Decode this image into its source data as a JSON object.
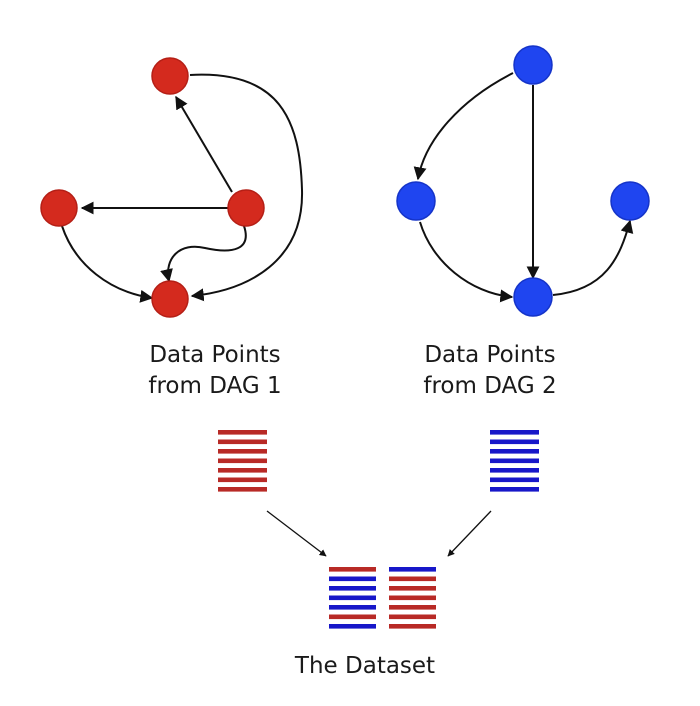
{
  "colors": {
    "dag1_node": "#d42a1e",
    "dag1_stroke": "#b51f16",
    "dag2_node": "#1f45f0",
    "dag2_stroke": "#1534c9",
    "red_bar": "#b82a26",
    "blue_bar": "#1717c9",
    "edge": "#111111"
  },
  "labels": {
    "dag1": [
      "Data Points",
      "from DAG 1"
    ],
    "dag2": [
      "Data Points",
      "from DAG 2"
    ],
    "dataset": "The Dataset"
  },
  "dag1": {
    "nodes": 4,
    "edges": 5
  },
  "dag2": {
    "nodes": 4,
    "edges": 4
  },
  "stacks": {
    "dag1_rows": [
      "red",
      "red",
      "red",
      "red",
      "red",
      "red",
      "red"
    ],
    "dag2_rows": [
      "blue",
      "blue",
      "blue",
      "blue",
      "blue",
      "blue",
      "blue"
    ],
    "dataset_left": [
      "red",
      "blue",
      "blue",
      "blue",
      "blue",
      "red",
      "blue"
    ],
    "dataset_right": [
      "blue",
      "red",
      "red",
      "red",
      "red",
      "red",
      "red"
    ]
  }
}
